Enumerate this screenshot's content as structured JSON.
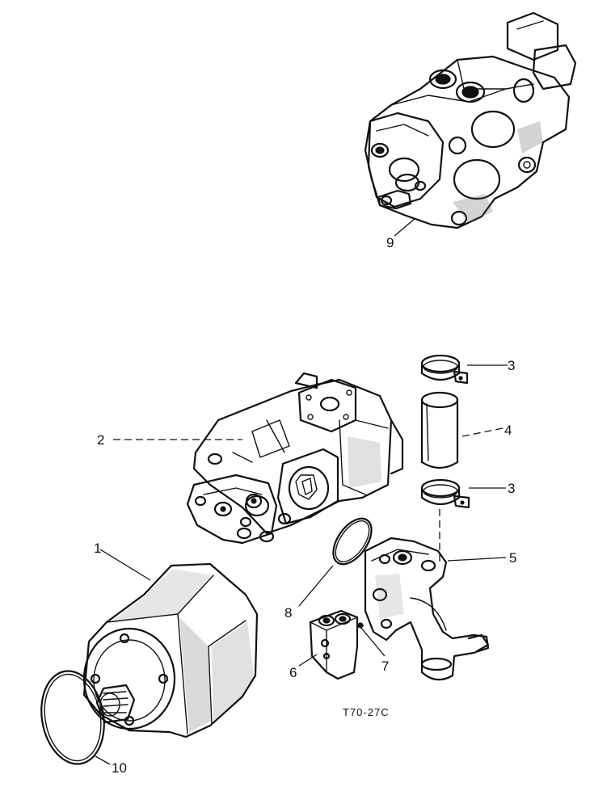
{
  "diagram": {
    "reference_code": "T70-27C",
    "callouts": [
      {
        "id": "1",
        "label": "1"
      },
      {
        "id": "2",
        "label": "2"
      },
      {
        "id": "3a",
        "label": "3"
      },
      {
        "id": "4",
        "label": "4"
      },
      {
        "id": "3b",
        "label": "3"
      },
      {
        "id": "5",
        "label": "5"
      },
      {
        "id": "6",
        "label": "6"
      },
      {
        "id": "7",
        "label": "7"
      },
      {
        "id": "8",
        "label": "8"
      },
      {
        "id": "9",
        "label": "9"
      },
      {
        "id": "10",
        "label": "10"
      }
    ]
  }
}
